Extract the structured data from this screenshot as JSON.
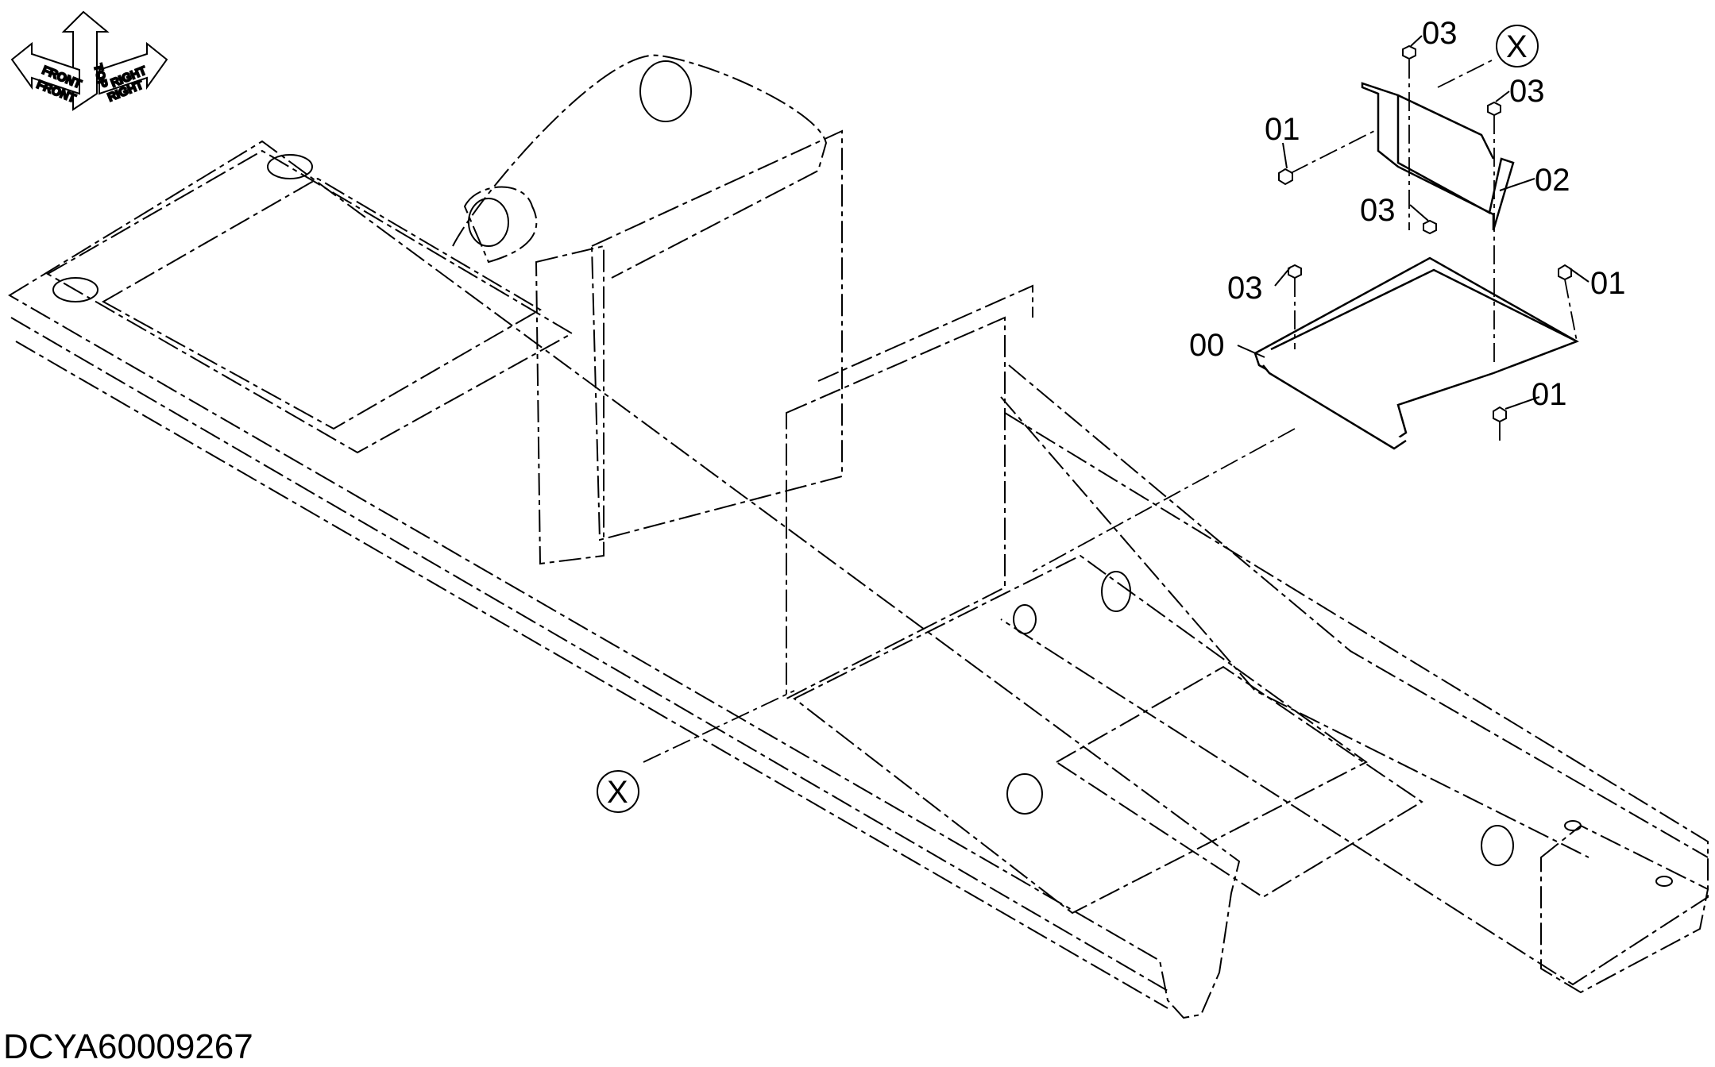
{
  "orientation": {
    "top": "TOP",
    "front": "FRONT",
    "right": "RIGHT",
    "front_mirror": "FRONT",
    "right_mirror": "RIGHT",
    "top_mirror": "TOP"
  },
  "callouts": {
    "detail_marker": "X",
    "detail_marker_ref": "X",
    "bolt_top_1": "03",
    "bolt_top_2": "03",
    "nut_left": "01",
    "bracket": "02",
    "bolt_mid": "03",
    "bolt_left": "03",
    "nut_right": "01",
    "plate": "00",
    "nut_bottom": "01"
  },
  "drawing_number": "DCYA60009267"
}
